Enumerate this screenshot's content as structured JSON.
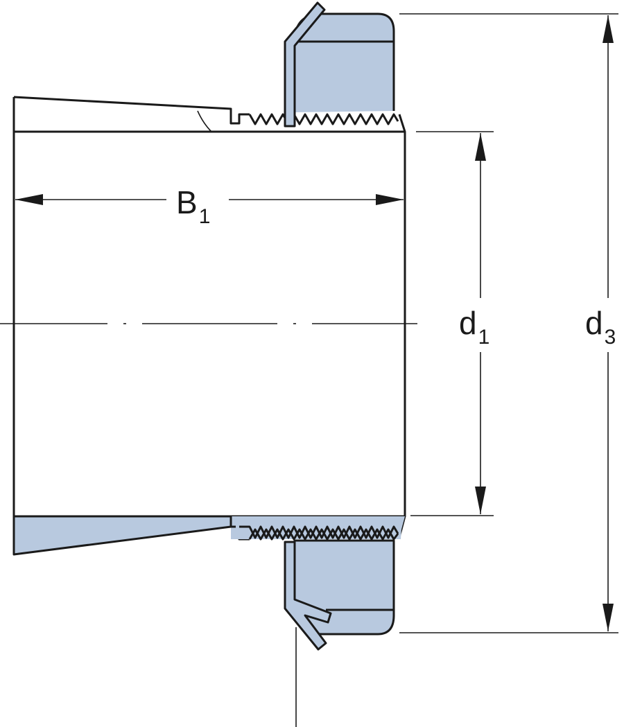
{
  "labels": {
    "b1": {
      "main": "B",
      "sub": "1"
    },
    "d1": {
      "main": "d",
      "sub": "1"
    },
    "d3": {
      "main": "d",
      "sub": "3"
    }
  },
  "colors": {
    "section_fill": "#b8c9df",
    "line": "#1a1a1a",
    "background": "#ffffff"
  }
}
